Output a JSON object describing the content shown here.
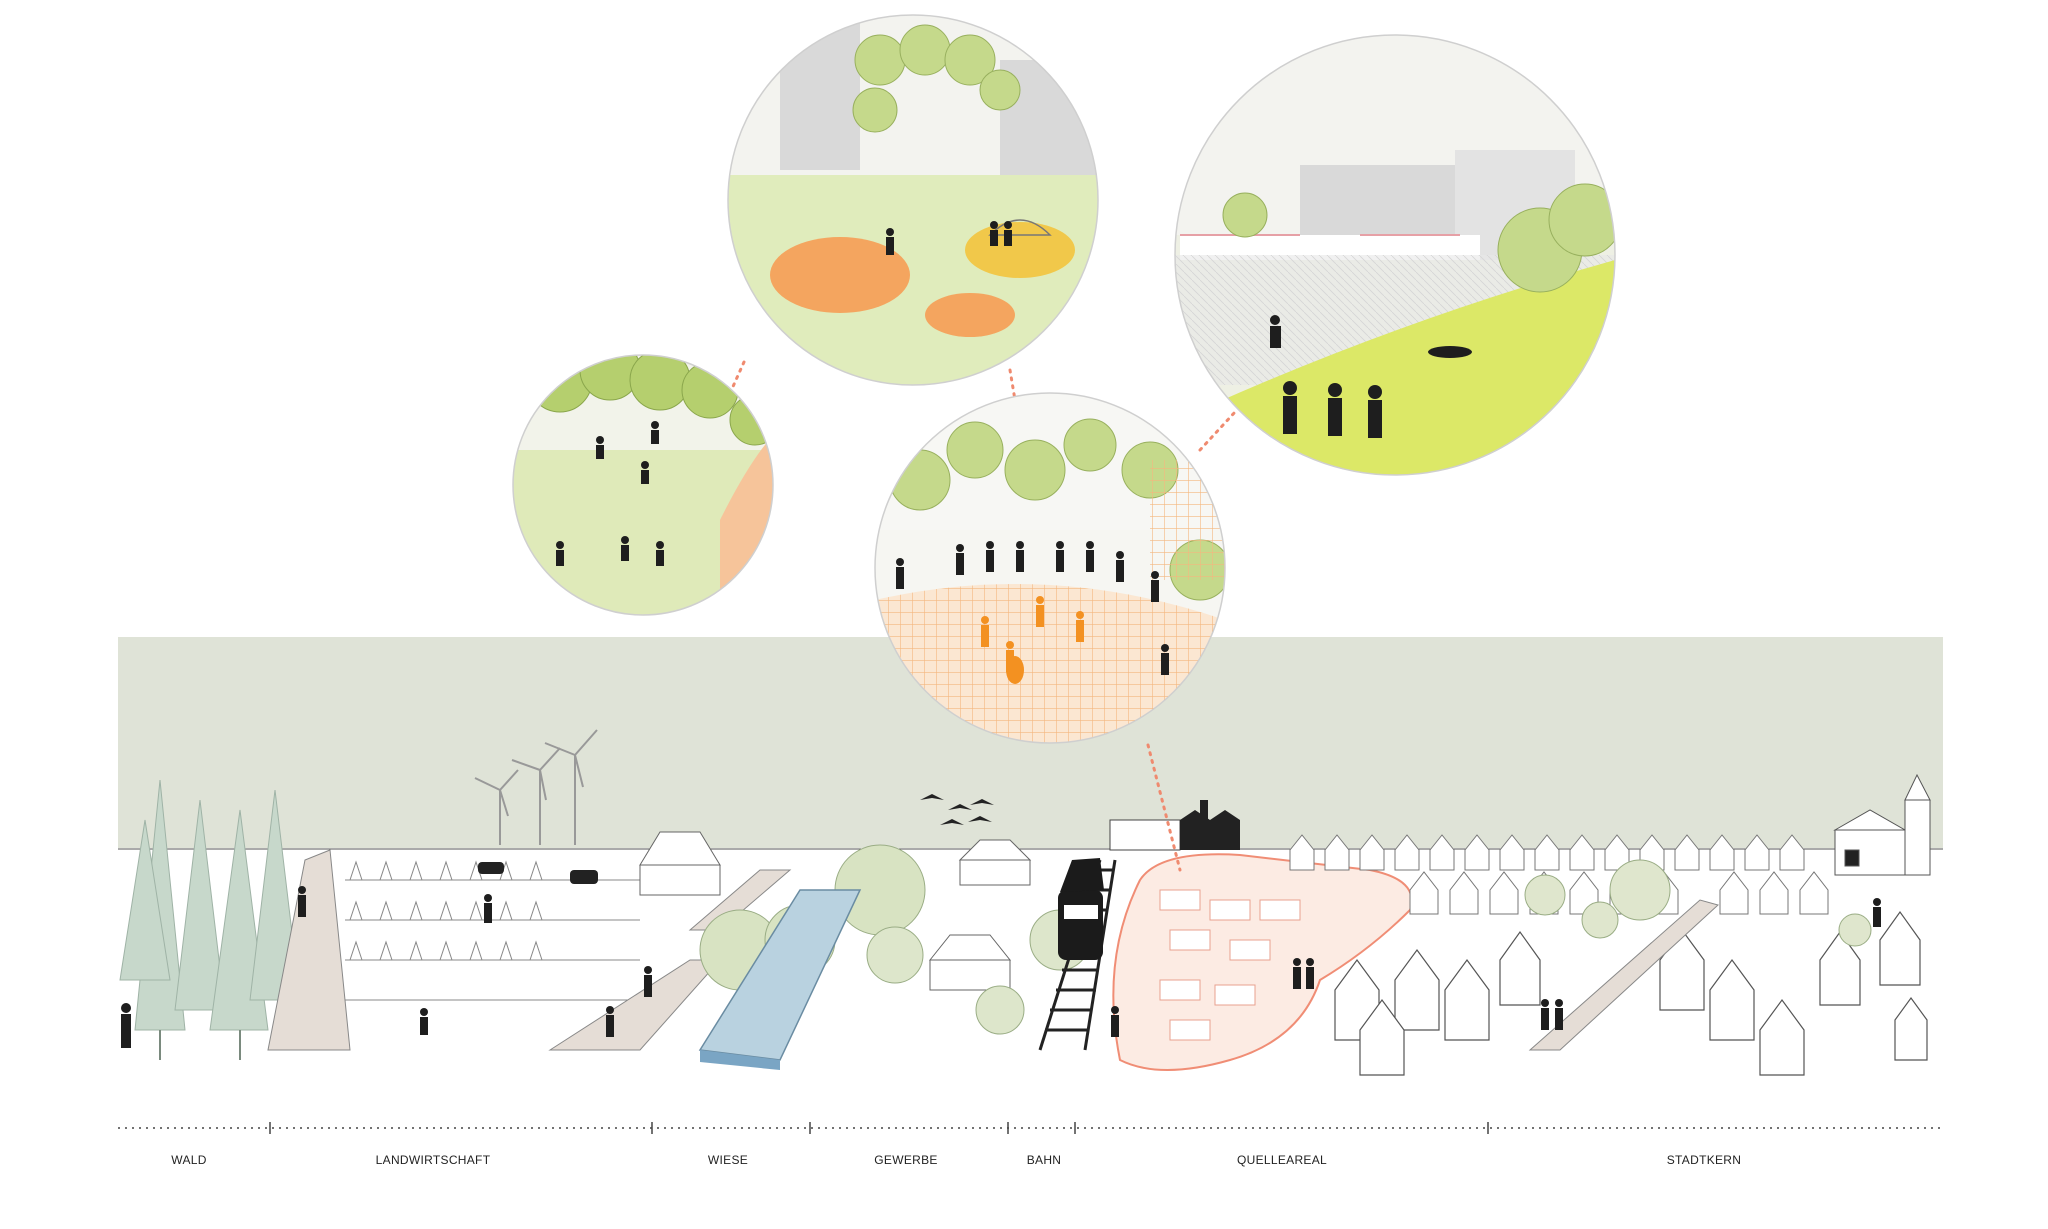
{
  "zones": [
    {
      "id": "wald",
      "label": "WALD"
    },
    {
      "id": "landwirtschaft",
      "label": "LANDWIRTSCHAFT"
    },
    {
      "id": "wiese",
      "label": "WIESE"
    },
    {
      "id": "gewerbe",
      "label": "GEWERBE"
    },
    {
      "id": "bahn",
      "label": "BAHN"
    },
    {
      "id": "quelleareal",
      "label": "QUELLEAREAL"
    },
    {
      "id": "stadtkern",
      "label": "STADTKERN"
    }
  ],
  "vignettes": [
    {
      "id": "park-meadow",
      "theme": "open park with playground"
    },
    {
      "id": "plaza-trees",
      "theme": "tree-lined square with play areas"
    },
    {
      "id": "event-square",
      "theme": "event square with music"
    },
    {
      "id": "market-square",
      "theme": "market square with lawn"
    }
  ],
  "colors": {
    "sky_band": "#dfe3d7",
    "meadow": "#d7e6a6",
    "tree": "#c4d98a",
    "accent_orange": "#f4a55f",
    "highlight_red": "#f08d75",
    "water": "#b9d2e0",
    "path": "#e5ddd6",
    "connector": "#ef8a6f"
  }
}
